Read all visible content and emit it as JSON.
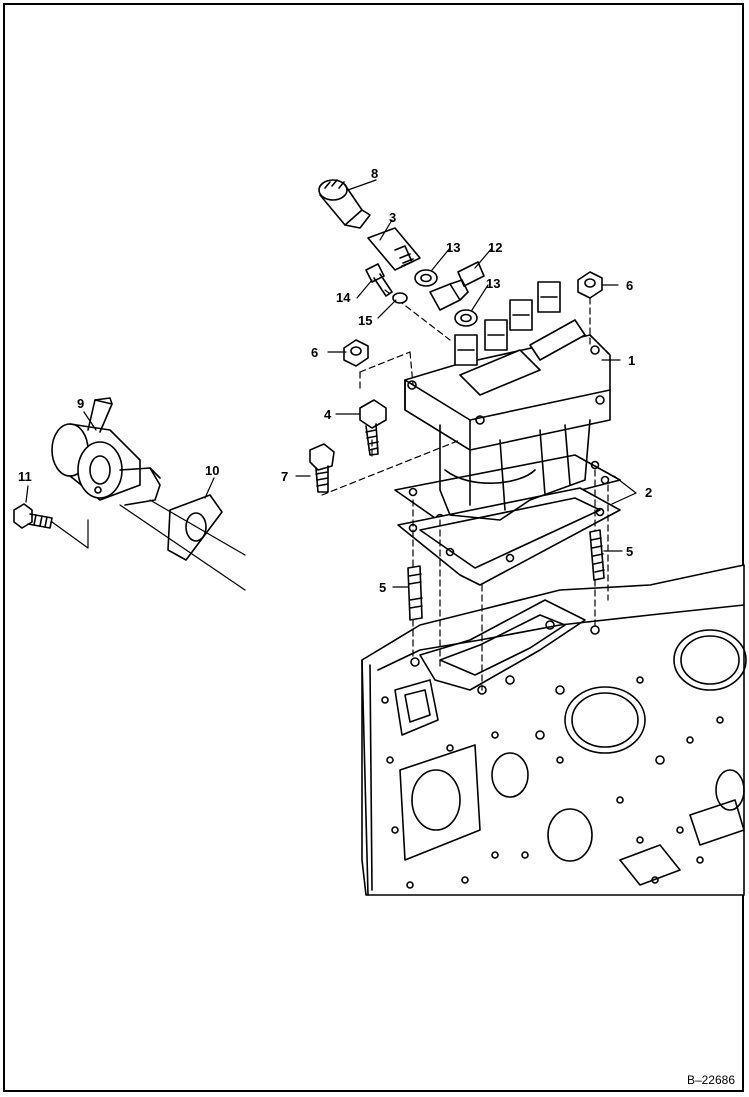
{
  "callouts": {
    "c1": "1",
    "c2": "2",
    "c3": "3",
    "c4": "4",
    "c5a": "5",
    "c5b": "5",
    "c6a": "6",
    "c6b": "6",
    "c7": "7",
    "c8": "8",
    "c9": "9",
    "c10": "10",
    "c11": "11",
    "c12": "12",
    "c13a": "13",
    "c13b": "13",
    "c14": "14",
    "c15": "15"
  },
  "figure_id": "B–22686"
}
